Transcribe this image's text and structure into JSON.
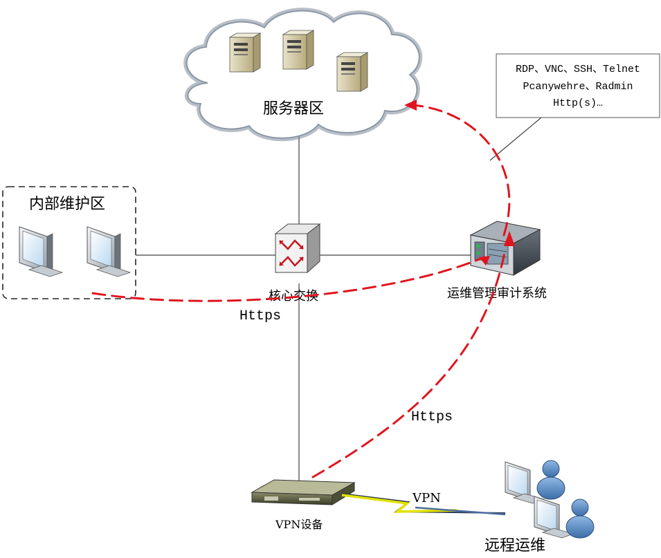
{
  "labels": {
    "server_zone": "服务器区",
    "internal_zone": "内部维护区",
    "core_switch": "核心交换",
    "audit_system": "运维管理审计系统",
    "vpn_device": "VPN设备",
    "remote_ops": "远程运维",
    "https_left": "Https",
    "https_right": "Https",
    "vpn_link": "VPN"
  },
  "protocols": {
    "line1": "RDP、VNC、SSH、Telnet",
    "line2": "Pcanywehre、Radmin",
    "line3": "Http(s)…"
  },
  "colors": {
    "dashed_path": "#e0141e",
    "line": "#404040",
    "cloud_fill": "#ffffff",
    "cloud_stroke": "#7f8c9a",
    "vpn_link": "#d8d800"
  }
}
